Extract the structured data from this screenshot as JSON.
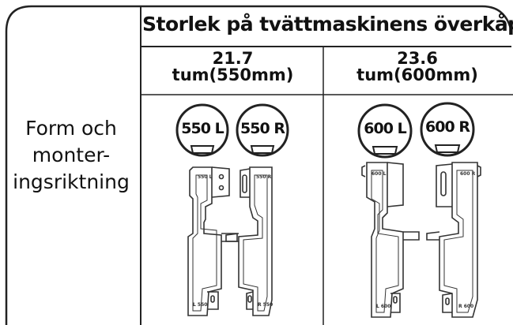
{
  "header": {
    "title": "Storlek på tvättmaskinens överkåpa"
  },
  "columns": [
    {
      "size_inch": "21.7",
      "size_mm": "tum(550mm)",
      "badge_left": "550 L",
      "badge_right": "550 R"
    },
    {
      "size_inch": "23.6",
      "size_mm": "tum(600mm)",
      "badge_left": "600 L",
      "badge_right": "600 R"
    }
  ],
  "row_label": {
    "line1": "Form och",
    "line2": "monter-",
    "line3": "ingsriktning"
  }
}
